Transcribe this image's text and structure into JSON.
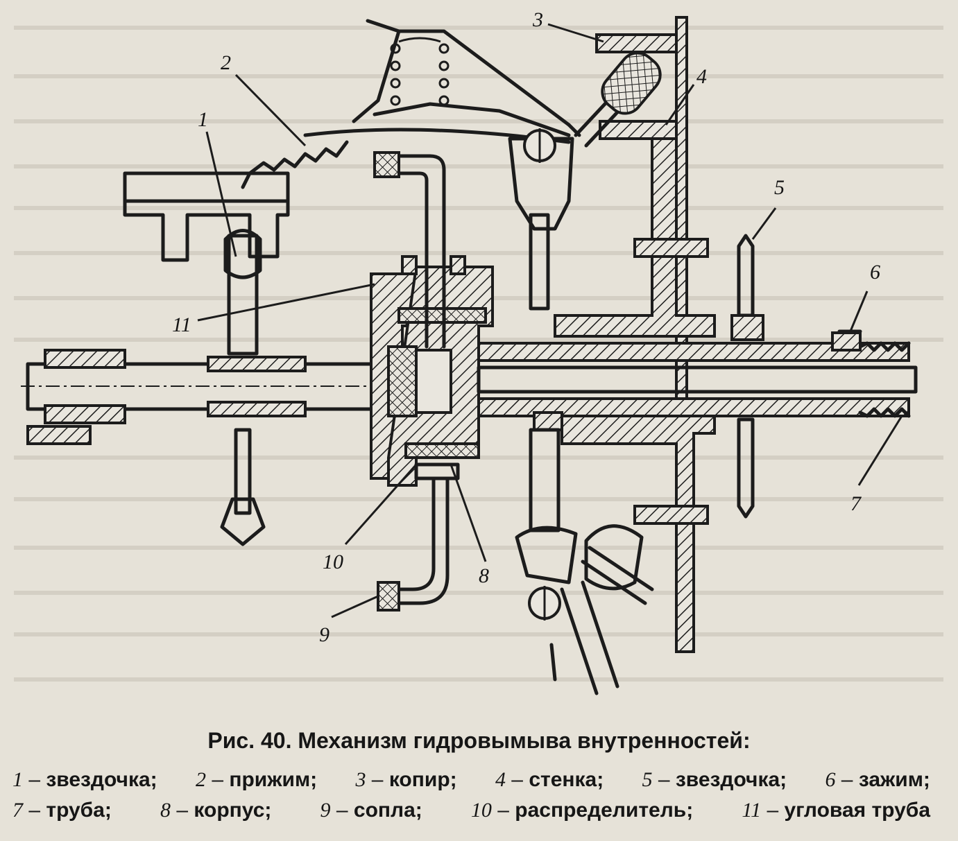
{
  "figure": {
    "callouts": [
      "1",
      "2",
      "3",
      "4",
      "5",
      "6",
      "7",
      "8",
      "9",
      "10",
      "11"
    ]
  },
  "caption": {
    "title": "Рис. 40. Механизм гидровымыва внутренностей:",
    "legend_row1": [
      {
        "num": "1",
        "text": "звездочка;"
      },
      {
        "num": "2",
        "text": "прижим;"
      },
      {
        "num": "3",
        "text": "копир;"
      },
      {
        "num": "4",
        "text": "стенка;"
      },
      {
        "num": "5",
        "text": "звездочка;"
      },
      {
        "num": "6",
        "text": "зажим;"
      }
    ],
    "legend_row2": [
      {
        "num": "7",
        "text": "труба;"
      },
      {
        "num": "8",
        "text": "корпус;"
      },
      {
        "num": "9",
        "text": "сопла;"
      },
      {
        "num": "10",
        "text": "распределитель;"
      },
      {
        "num": "11",
        "text": "угловая труба"
      }
    ],
    "dash": "–"
  }
}
